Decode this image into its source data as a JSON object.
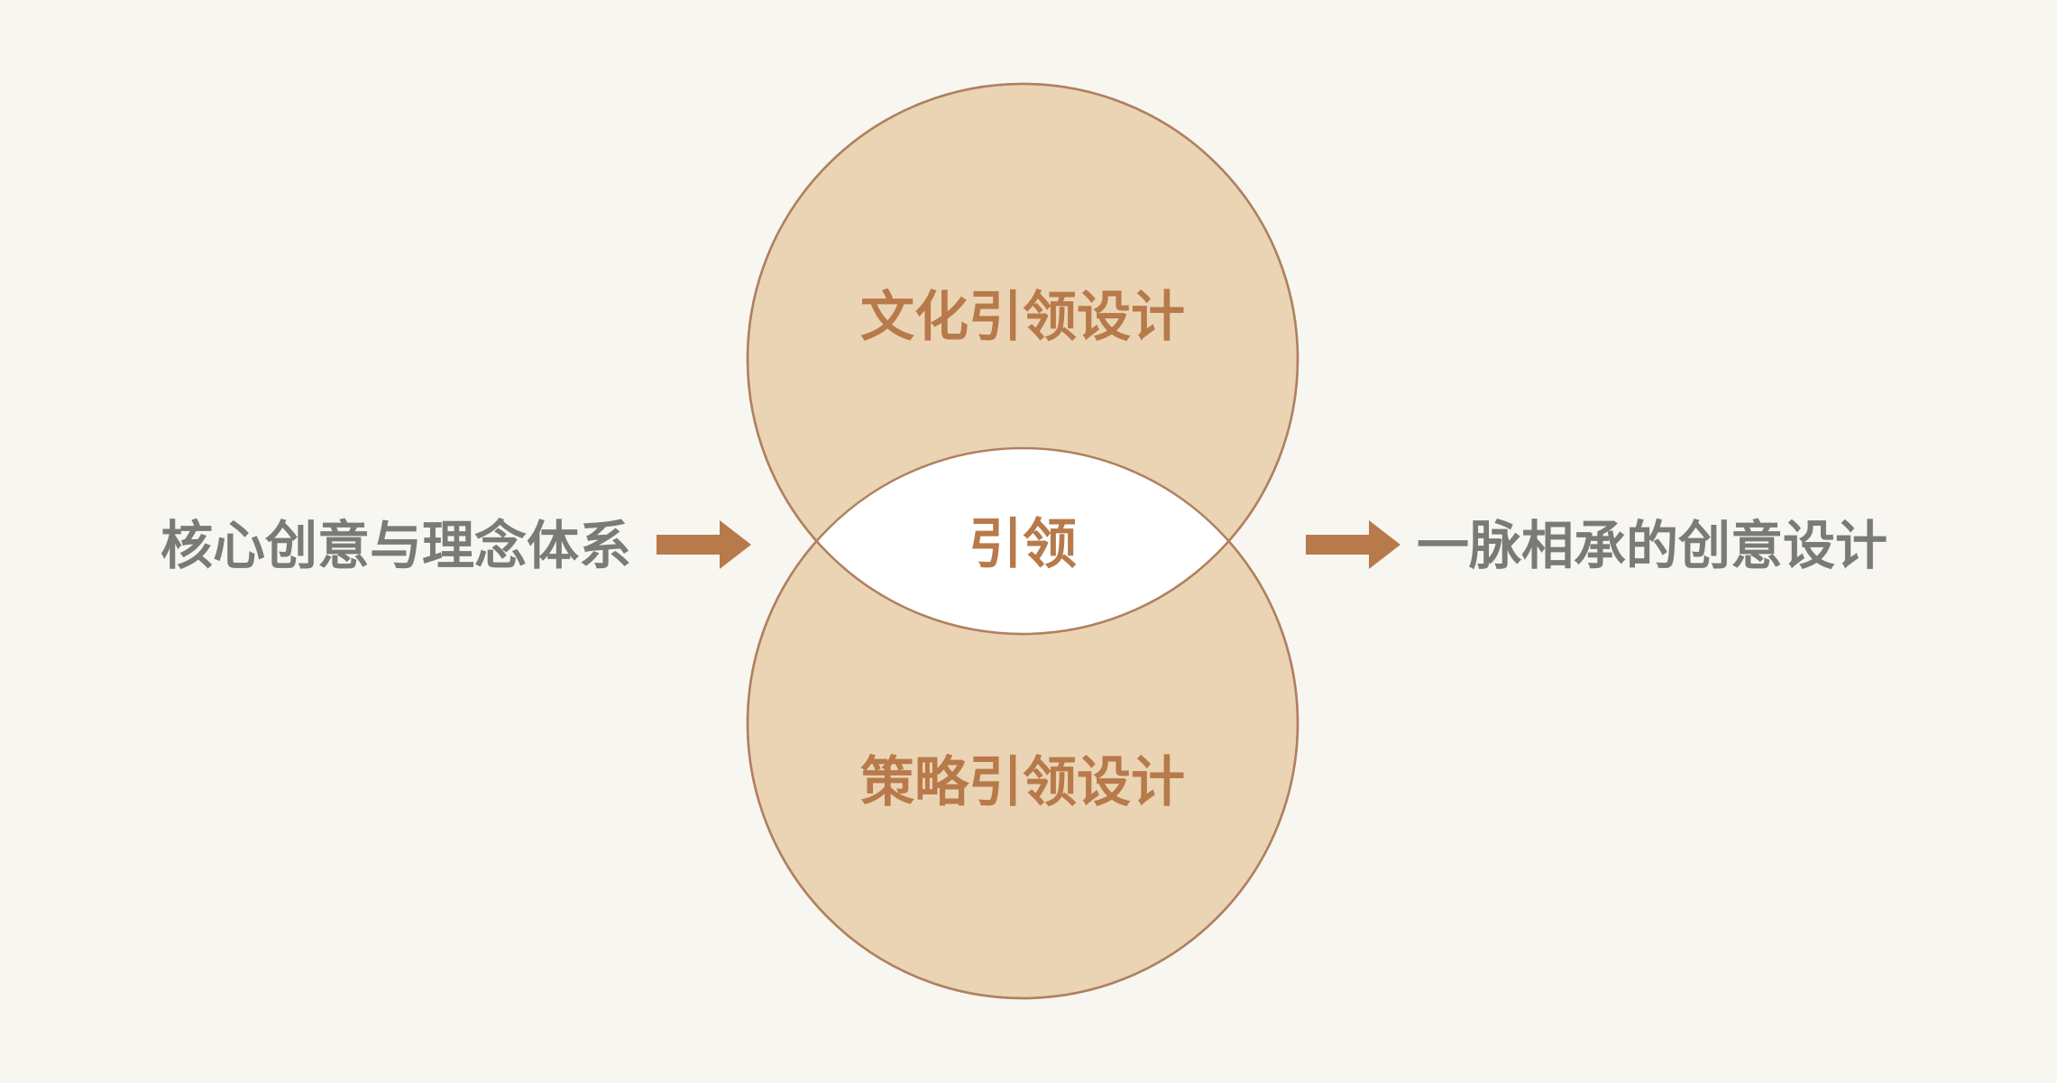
{
  "left_text": "核心创意与理念体系",
  "right_text": "一脉相承的创意设计",
  "venn": {
    "top_label": "文化引领设计",
    "bottom_label": "策略引领设计",
    "intersection_label": "引领"
  },
  "colors": {
    "background": "#f8f6f1",
    "circle_fill": "#ead4b4",
    "circle_stroke": "#b08060",
    "intersection_fill": "#ffffff",
    "accent": "#b87a4b",
    "side_text": "#7a7a78"
  }
}
